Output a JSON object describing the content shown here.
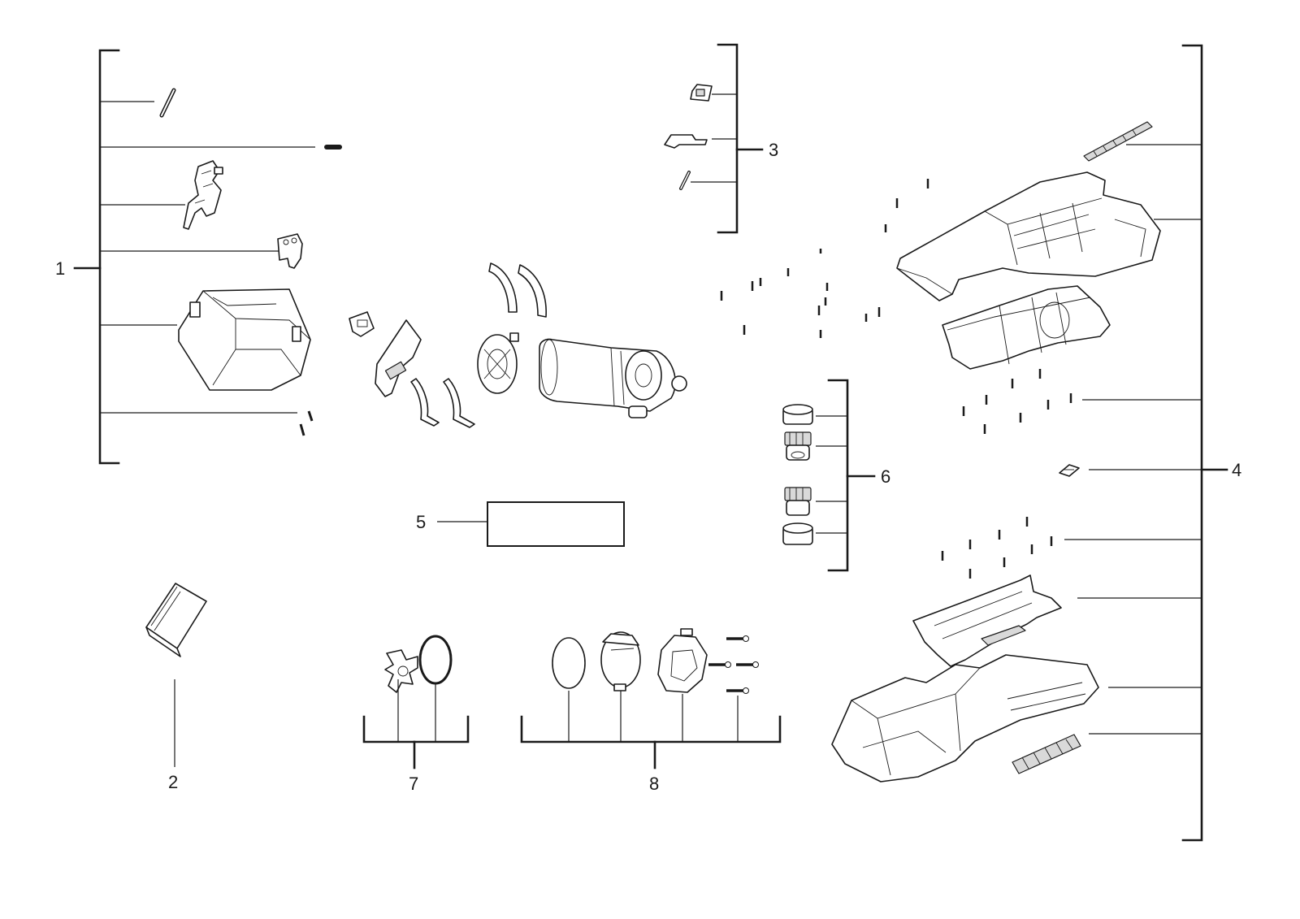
{
  "diagram": {
    "labels": {
      "group_1": "1",
      "group_2": "2",
      "group_3": "3",
      "group_4": "4",
      "group_5": "5",
      "group_6": "6",
      "group_7": "7",
      "group_8": "8"
    },
    "line_color": "#1a1a1a",
    "background": "#ffffff"
  }
}
